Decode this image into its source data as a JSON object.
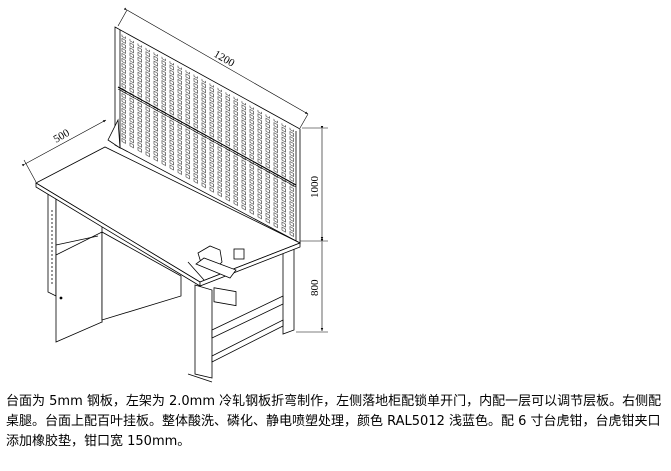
{
  "drawing": {
    "title": "Workbench isometric drawing",
    "dimensions": {
      "panel_width": "1200",
      "top_depth": "500",
      "panel_height": "1000",
      "bench_height": "800"
    }
  },
  "caption": {
    "text": "台面为 5mm 钢板，左架为 2.0mm 冷轧钢板折弯制作，左侧落地柜配锁单开门，内配一层可以调节层板。右侧配桌腿。台面上配百叶挂板。整体酸洗、磷化、静电喷塑处理，颜色 RAL5012 浅蓝色。配 6 寸台虎钳，台虎钳夹口添加橡胶垫，钳口宽 150mm。"
  }
}
